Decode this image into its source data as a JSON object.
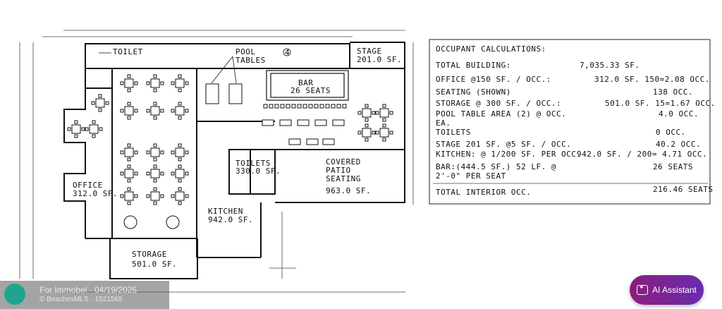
{
  "plan": {
    "room_number": "4",
    "labels": {
      "toilet": "TOILET",
      "pool_tables_1": "POOL",
      "pool_tables_2": "TABLES",
      "stage_1": "STAGE",
      "stage_2": "201.0 SF.",
      "bar_1": "BAR",
      "bar_2": "26 SEATS",
      "office_1": "OFFICE",
      "office_2": "312.0 SF.",
      "toilets_1": "TOILETS",
      "toilets_2": "330.0 SF.",
      "patio_1": "COVERED",
      "patio_2": "PATIO",
      "patio_3": "SEATING",
      "patio_4": "963.0 SF.",
      "kitchen_1": "KITCHEN",
      "kitchen_2": "942.0 SF.",
      "storage_1": "STORAGE",
      "storage_2": "501.0 SF."
    }
  },
  "calc": {
    "title": "OCCUPANT CALCULATIONS:",
    "rows": [
      {
        "label": "TOTAL BUILDING:",
        "value": "7,035.33 SF."
      },
      {
        "label": "OFFICE @150 SF. / OCC.:",
        "value": "312.0 SF. 150=2.08 OCC."
      },
      {
        "label": "SEATING (SHOWN)",
        "value": "138 OCC."
      },
      {
        "label": "STORAGE @ 300 SF. / OCC.:",
        "value": "501.0 SF. 15=1.67 OCC."
      },
      {
        "label": "POOL TABLE AREA (2) @ OCC.",
        "label2": "EA.",
        "value": "4.0 OCC."
      },
      {
        "label": "TOILETS",
        "value": "0 OCC."
      },
      {
        "label": "STAGE 201 SF. @5 SF. / OCC.",
        "value": "40.2 OCC."
      },
      {
        "label": "KITCHEN: @ 1/200 SF. PER OCC.",
        "value": "942.0 SF. / 200= 4.71 OCC."
      },
      {
        "label": "BAR:(444.5 SF.) 52 LF. @",
        "label2": "2'-0\" PER SEAT",
        "value": "26 SEATS"
      }
    ],
    "total_label": "TOTAL INTERIOR OCC.",
    "total_value": "216.46 SEATS"
  },
  "watermark": {
    "line1": "For Immobel · 04/19/2025",
    "line2": "© BeachesMLS · 1521565"
  },
  "assistant": {
    "label": "AI Assistant"
  }
}
